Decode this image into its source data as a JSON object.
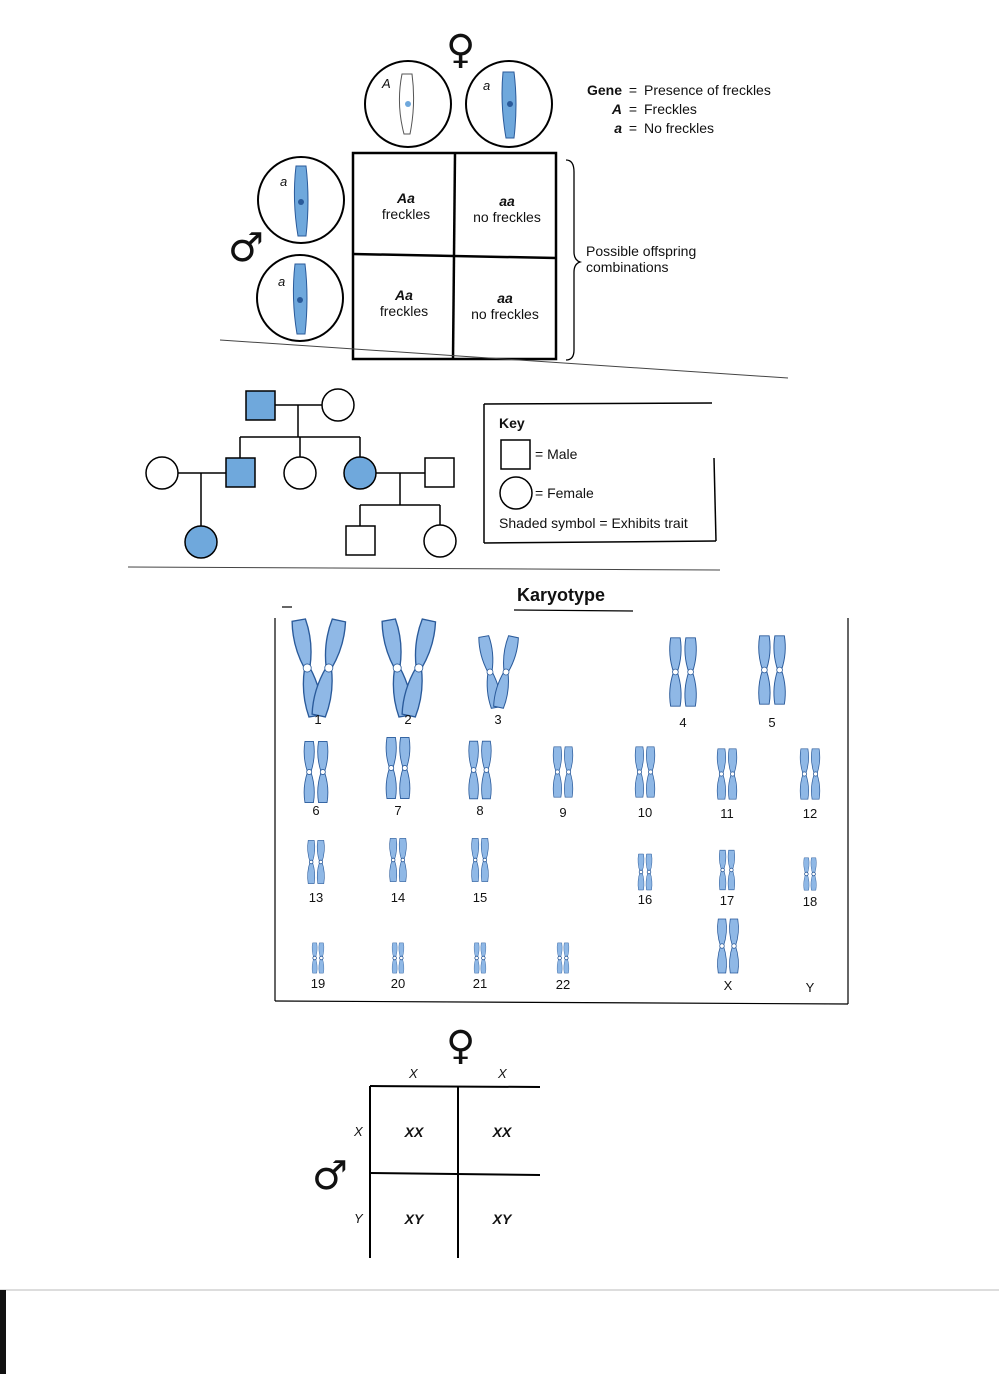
{
  "punnett": {
    "female_symbol": "♀",
    "male_symbol": "♂",
    "female_alleles": [
      "A",
      "a"
    ],
    "male_alleles": [
      "a",
      "a"
    ],
    "cells": [
      {
        "genotype": "Aa",
        "phenotype": "freckles"
      },
      {
        "genotype": "aa",
        "phenotype": "no freckles"
      },
      {
        "genotype": "Aa",
        "phenotype": "freckles"
      },
      {
        "genotype": "aa",
        "phenotype": "no freckles"
      }
    ],
    "offspring_label": "Possible offspring combinations",
    "legend": [
      {
        "key": "Gene",
        "eq": "=",
        "text": "Presence of freckles"
      },
      {
        "key": "A",
        "eq": "=",
        "text": "Freckles"
      },
      {
        "key": "a",
        "eq": "=",
        "text": "No freckles"
      }
    ]
  },
  "pedigree": {
    "key": {
      "title": "Key",
      "male": "= Male",
      "female": "= Female",
      "shaded": "Shaded symbol = Exhibits trait"
    },
    "shade_color": "#6fa8dc"
  },
  "karyotype": {
    "title": "Karyotype",
    "labels": [
      "1",
      "2",
      "3",
      "4",
      "5",
      "6",
      "7",
      "8",
      "9",
      "10",
      "11",
      "12",
      "13",
      "14",
      "15",
      "16",
      "17",
      "18",
      "19",
      "20",
      "21",
      "22",
      "X",
      "Y"
    ],
    "chromosome_color": "#8fb8e6"
  },
  "sex_punnett": {
    "female_symbol": "♀",
    "male_symbol": "♂",
    "female_alleles": [
      "X",
      "X"
    ],
    "male_alleles": [
      "X",
      "Y"
    ],
    "cells": [
      "XX",
      "XX",
      "XY",
      "XY"
    ]
  }
}
